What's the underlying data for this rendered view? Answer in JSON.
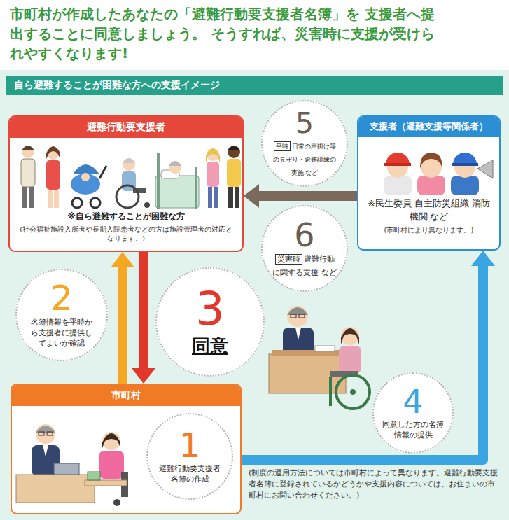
{
  "diagram": {
    "title": "市町村が作成したあなたの「避難行動要支援者名簿」を 支援者へ提出することに同意しましょう。 そうすれば、災害時に支援が受けられやすくなります!",
    "nodes": [
      {
        "text": [
          "自ら避難することが困難な方への支援イメージ"
        ]
      },
      {
        "text": [
          "避難行動要支援者",
          "※自ら避難することが困難な方",
          "(社会福祉施設入所者や長期入院患者などの方は施設管理者の対応となります。)"
        ],
        "in": 0
      },
      {
        "text": [
          "5",
          "平時",
          "日常の声掛け等の見守り・避難訓練の実施 など"
        ],
        "in": 0
      },
      {
        "text": [
          "支援者（避難支援等関係者）",
          "※民生委員 自主防災組織 消防機関 など",
          "(市町村により異なります。)"
        ],
        "in": 0
      },
      {
        "text": [
          "6",
          "災害時",
          "避難行動に関する支援 など"
        ],
        "in": 0
      },
      {
        "text": [
          "2",
          "名簿情報を平時から支援者に提供してよいか確認"
        ],
        "in": 0
      },
      {
        "text": [
          "3",
          "同意"
        ],
        "in": 0
      },
      {
        "text": [
          "市町村"
        ],
        "in": 0
      },
      {
        "text": [
          "1",
          "避難行動要支援者名簿の作成"
        ],
        "in": 7
      },
      {
        "text": [
          "4",
          "同意した方の名簿情報の提供"
        ],
        "in": 0
      }
    ],
    "edges": [
      {
        "from": 7,
        "to": 1,
        "arrow": "to"
      },
      {
        "from": 1,
        "to": 7,
        "arrow": "to"
      },
      {
        "from": 7,
        "to": 3,
        "arrow": "to"
      },
      {
        "from": 3,
        "to": 1,
        "arrow": "to"
      }
    ],
    "labels": [
      "(制度の運用方法については市町村によって異なります。避難行動要支援者名簿に登録されているかどうかや支援内容については、お住まいの市町村にお問い合わせください。)"
    ]
  }
}
